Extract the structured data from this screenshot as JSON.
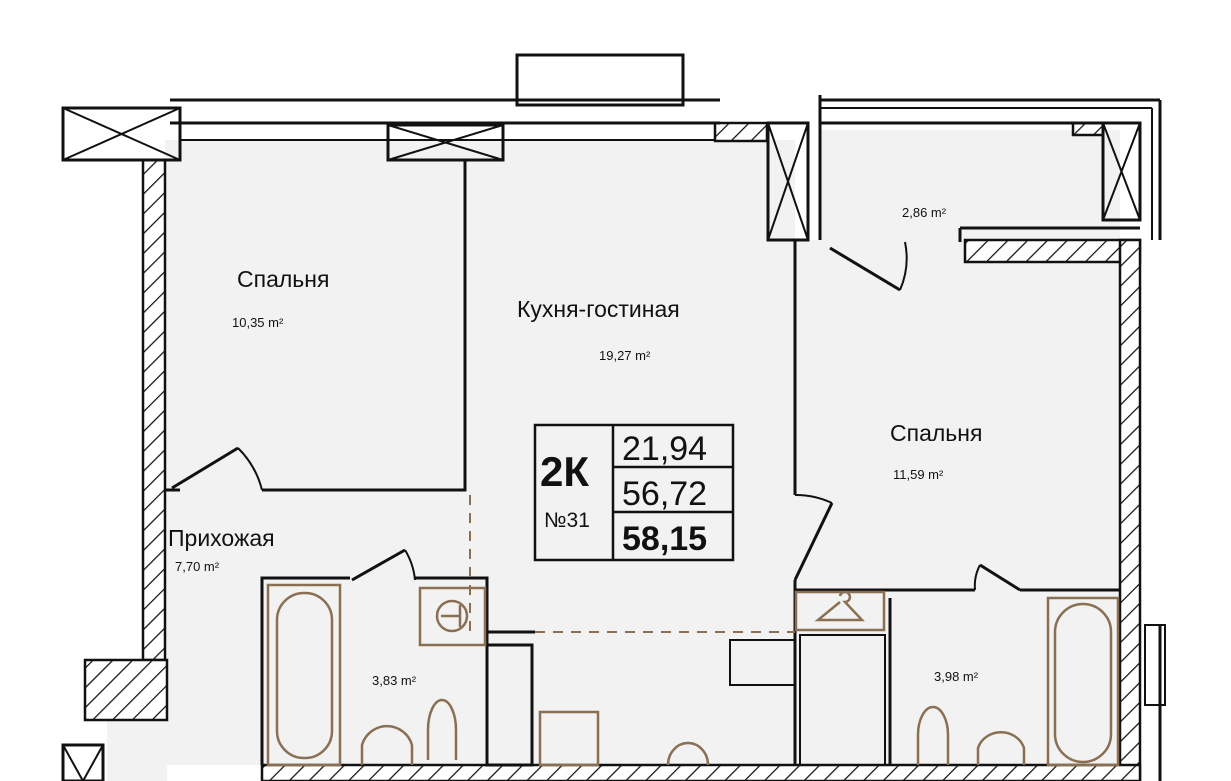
{
  "plan": {
    "rooms": [
      {
        "name": "Спальня",
        "area": "10,35 m²"
      },
      {
        "name": "Кухня-гостиная",
        "area": "19,27 m²"
      },
      {
        "name": "Спальня",
        "area": "11,59 m²"
      },
      {
        "name": "Прихожая",
        "area": "7,70 m²"
      },
      {
        "name": "",
        "area": "3,83 m²"
      },
      {
        "name": "",
        "area": "3,98 m²"
      },
      {
        "name": "",
        "area": "2,86 m²"
      }
    ],
    "info": {
      "type": "2К",
      "number": "№31",
      "living_area": "21,94",
      "total_area": "56,72",
      "total_with_balcony": "58,15"
    }
  },
  "colors": {
    "walls": "#111111",
    "fixtures": "#8a6f52",
    "floor": "#f2f2f2"
  }
}
